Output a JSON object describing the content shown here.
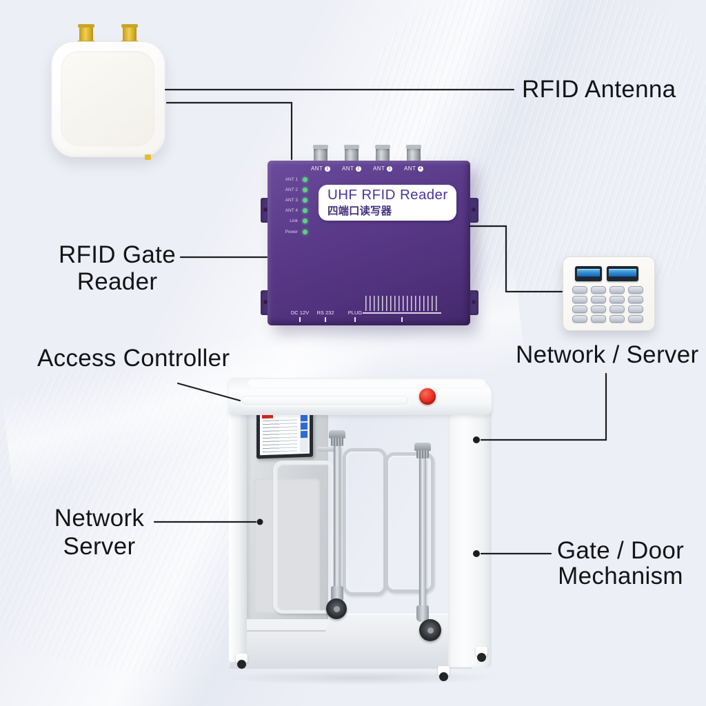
{
  "annotations": {
    "rfid_antenna": "RFID Antenna",
    "rfid_gate_reader": [
      "RFID Gate",
      "Reader"
    ],
    "access_controller": "Access Controller",
    "network_server_top": "Network / Server",
    "network_server_left": [
      "Network",
      "Server"
    ],
    "gate_door_mechanism": [
      "Gate / Door",
      "Mechanism"
    ]
  },
  "reader": {
    "title": "UHF RFID Reader",
    "subtitle": "四端口读写器",
    "ant_prefix": "ANT",
    "ant_ports": [
      "1",
      "2",
      "3",
      "4"
    ],
    "led_labels": [
      "ANT 1",
      "ANT 2",
      "ANT 3",
      "ANT 4",
      "Link",
      "Power"
    ],
    "port_labels": [
      "DC 12V",
      "RS 232",
      "PLUG"
    ],
    "colors": {
      "body": "#56368a",
      "plate_text": "#4636a0",
      "led": "#5fd086"
    }
  },
  "keypad": {
    "display_count": 2,
    "key_rows": 4,
    "key_cols": 4
  },
  "gate": {
    "alarm_color": "#e02518",
    "screen_header_color": "#2a62c8"
  },
  "antenna": {
    "connector_count": 2,
    "connector_color": "#e9c53a"
  },
  "connector": {
    "line_color": "#1d1d1f"
  }
}
